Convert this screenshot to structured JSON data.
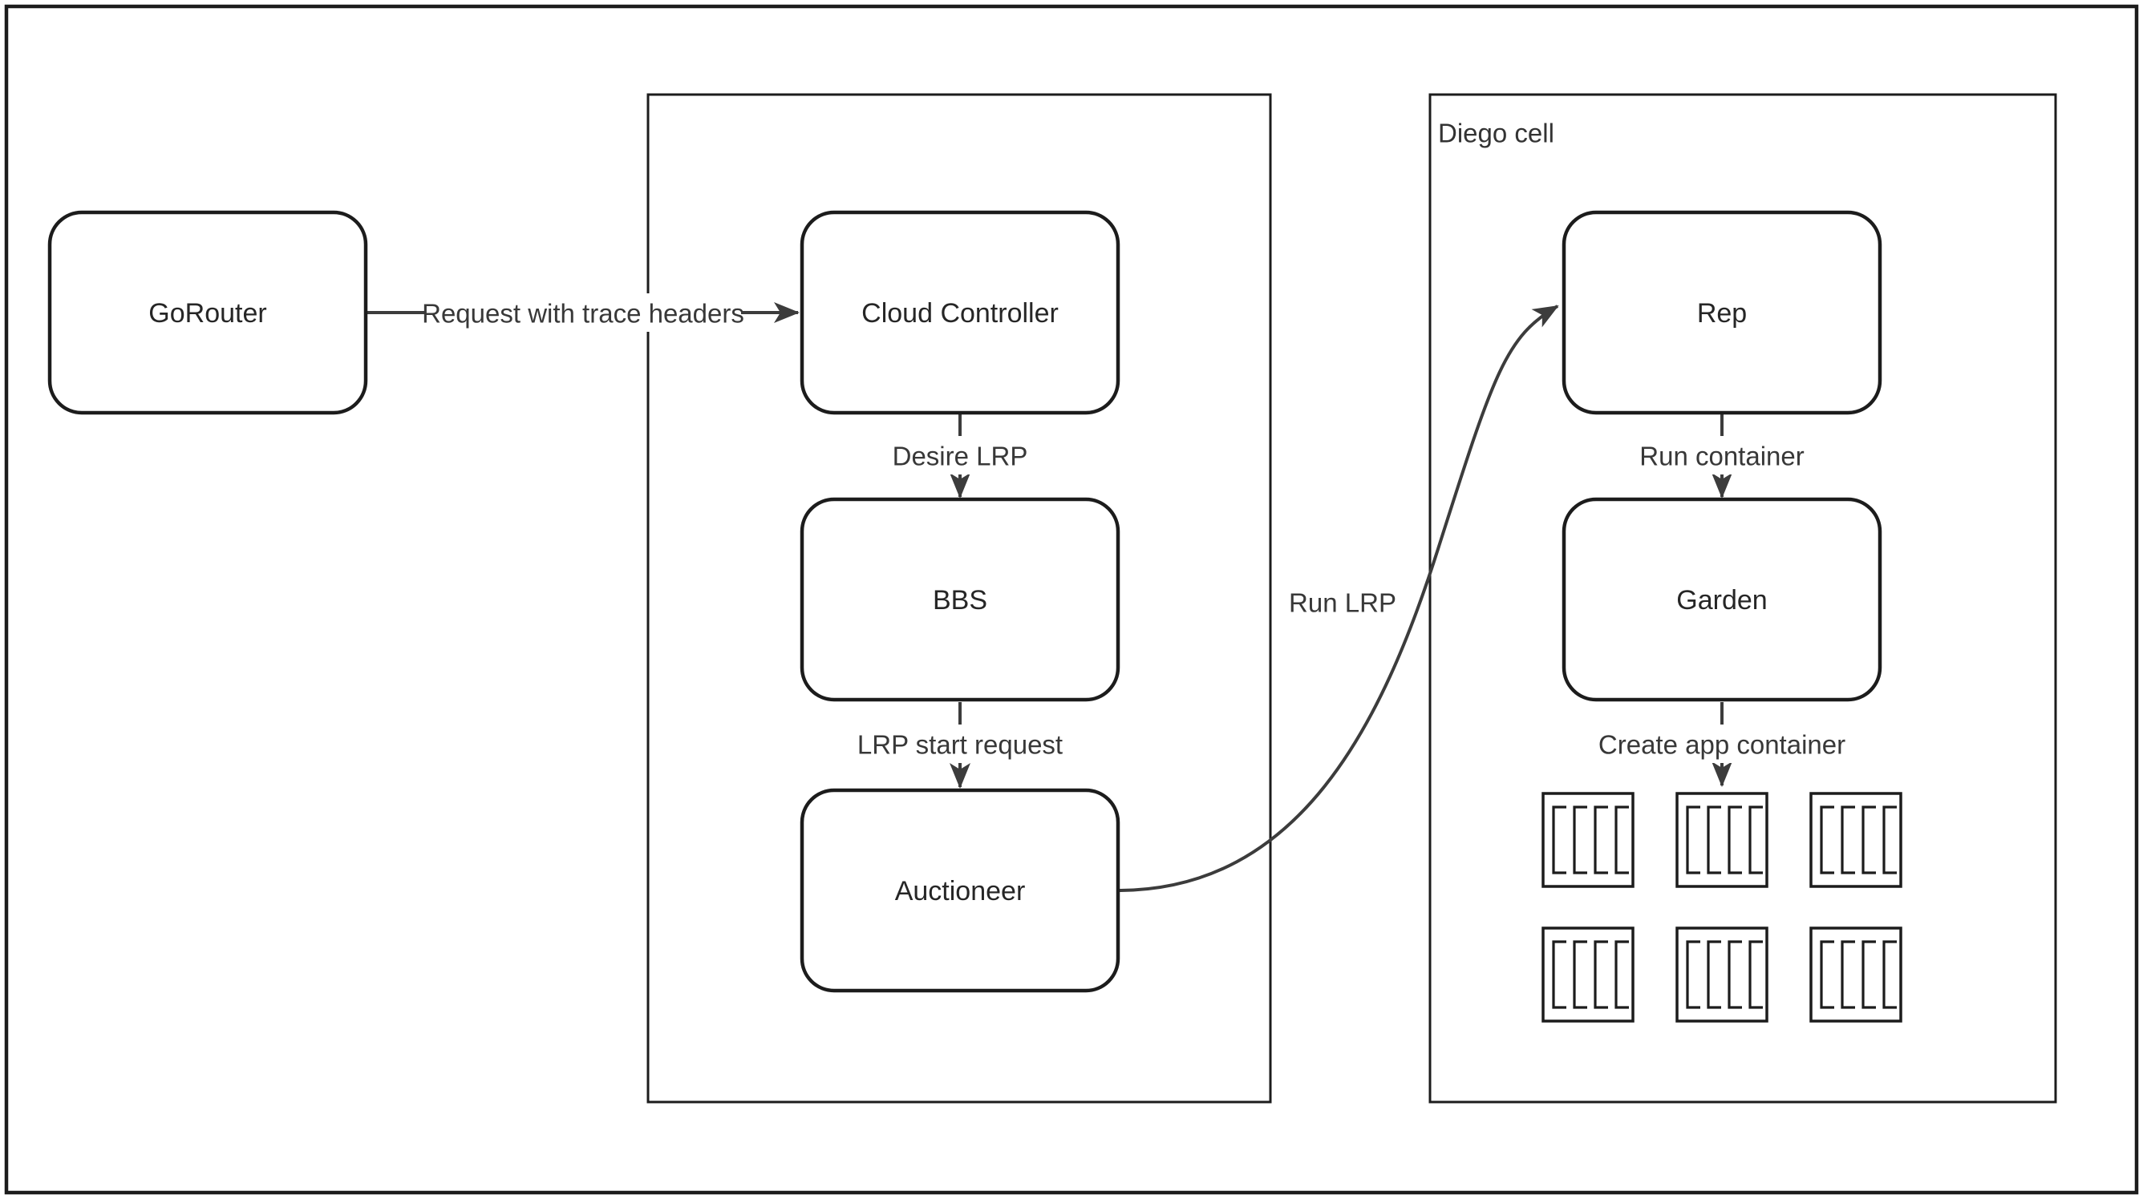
{
  "diagram": {
    "type": "flow-diagram",
    "nodes": {
      "gorouter": {
        "label": "GoRouter"
      },
      "cloud_controller": {
        "label": "Cloud Controller"
      },
      "bbs": {
        "label": "BBS"
      },
      "auctioneer": {
        "label": "Auctioneer"
      },
      "rep": {
        "label": "Rep"
      },
      "garden": {
        "label": "Garden"
      }
    },
    "groups": {
      "middle_group": {
        "label": ""
      },
      "diego_cell": {
        "label": "Diego cell"
      }
    },
    "edges": {
      "request_with_trace_headers": {
        "label": "Request with trace headers",
        "from": "gorouter",
        "to": "cloud_controller"
      },
      "desire_lrp": {
        "label": "Desire LRP",
        "from": "cloud_controller",
        "to": "bbs"
      },
      "lrp_start_request": {
        "label": "LRP start request",
        "from": "bbs",
        "to": "auctioneer"
      },
      "run_lrp": {
        "label": "Run LRP",
        "from": "auctioneer",
        "to": "rep"
      },
      "run_container": {
        "label": "Run container",
        "from": "rep",
        "to": "garden"
      },
      "create_app_container": {
        "label": "Create app container",
        "from": "garden",
        "to": "app_containers"
      }
    },
    "app_containers": {
      "icon": "container-grate-icon",
      "rows": 2,
      "cols": 3,
      "count": 6
    },
    "colors": {
      "background": "#ffffff",
      "box_stroke": "#1c1c1c",
      "arrow_stroke": "#3c3c3c",
      "node_text": "#262626",
      "edge_text": "#383838"
    }
  }
}
